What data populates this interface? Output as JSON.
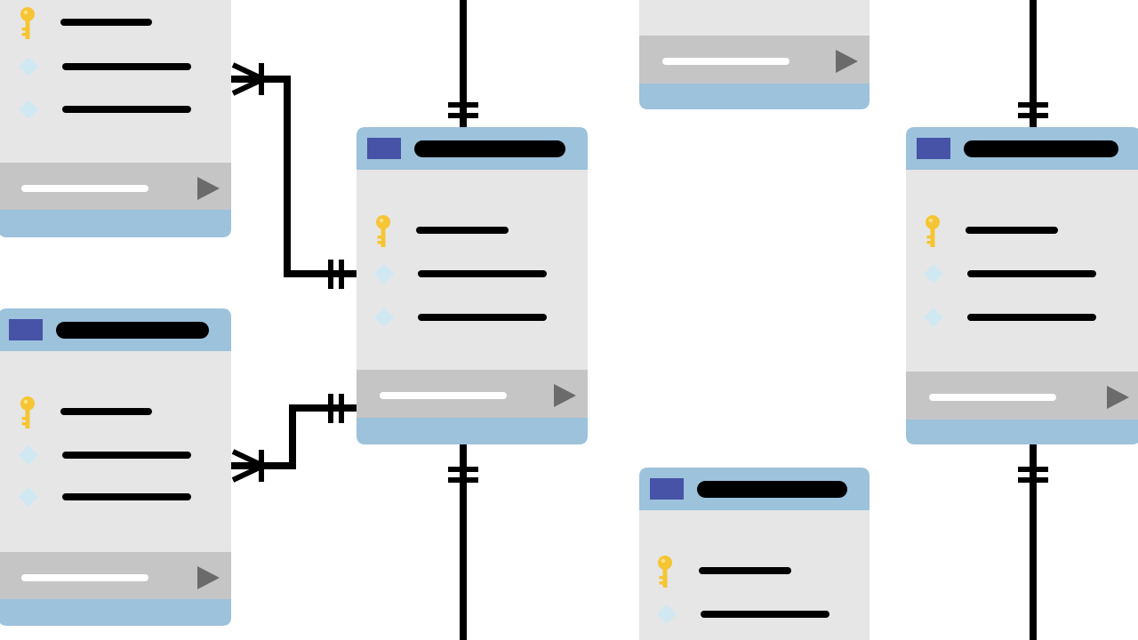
{
  "diagram": {
    "kind": "entity-relationship",
    "colors": {
      "background": "#ffffff",
      "panel_body": "#e6e6e6",
      "panel_header": "#9cc2dc",
      "panel_header_square": "#4653a6",
      "panel_footer": "#c6c5c6",
      "panel_bottom_strip": "#9cc2dc",
      "text_bar": "#000000",
      "footer_bar": "#ffffff",
      "play_icon": "#6b6b6b",
      "key_icon": "#f6c534",
      "diamond_icon": "#cfe8f1",
      "connector": "#000000"
    },
    "tables": [
      {
        "id": "table-top-left",
        "header": false,
        "rows": [
          "key",
          "diamond",
          "diamond"
        ],
        "footer": true
      },
      {
        "id": "table-mid-left",
        "header": true,
        "rows": [
          "key",
          "diamond",
          "diamond"
        ],
        "footer": true
      },
      {
        "id": "table-center",
        "header": true,
        "rows": [
          "key",
          "diamond",
          "diamond"
        ],
        "footer": true
      },
      {
        "id": "table-top-right-partial",
        "header": false,
        "rows": [],
        "footer": true
      },
      {
        "id": "table-far-right",
        "header": true,
        "rows": [
          "key",
          "diamond",
          "diamond"
        ],
        "footer": true
      },
      {
        "id": "table-bottom-center",
        "header": true,
        "rows": [
          "key",
          "diamond"
        ],
        "footer": false
      }
    ],
    "relationships": [
      {
        "from": "table-top-left",
        "to": "table-center",
        "from_end": "many",
        "to_end": "one-and-only-one"
      },
      {
        "from": "table-mid-left",
        "to": "table-center",
        "from_end": "many",
        "to_end": "one-and-only-one"
      },
      {
        "from": "table-center",
        "to": "offscreen-top",
        "from_end": "one-and-only-one",
        "to_end": "none"
      },
      {
        "from": "table-center",
        "to": "offscreen-bottom",
        "from_end": "one-and-only-one",
        "to_end": "none"
      },
      {
        "from": "table-far-right",
        "to": "offscreen-top",
        "from_end": "one-and-only-one",
        "to_end": "none"
      },
      {
        "from": "table-far-right",
        "to": "offscreen-bottom",
        "from_end": "one-and-only-one",
        "to_end": "none"
      }
    ]
  }
}
